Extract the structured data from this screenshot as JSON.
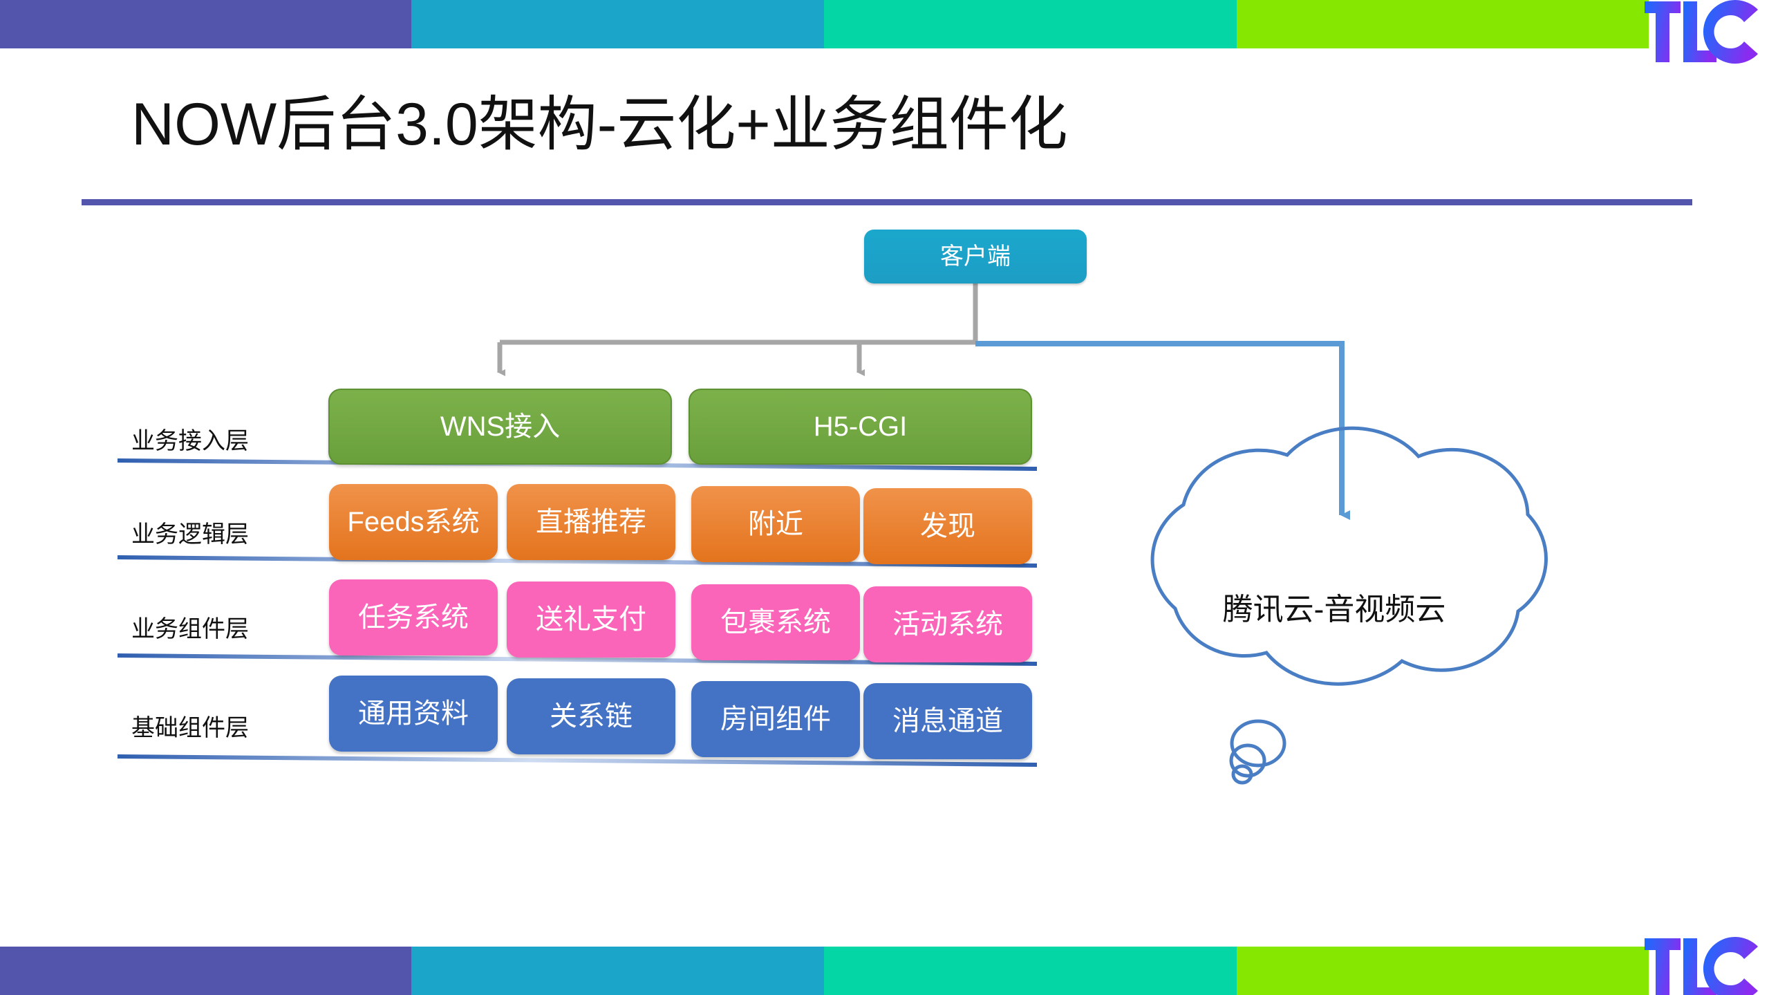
{
  "slide": {
    "title": "NOW后台3.0架构-云化+业务组件化",
    "rule_color": "#5255ab"
  },
  "brand": {
    "logo_text": "TLC",
    "logo_gradient_start": "#1a6bff",
    "logo_gradient_end": "#8b2bf0"
  },
  "bars": {
    "segments": [
      {
        "name": "indigo",
        "color": "#5255ab"
      },
      {
        "name": "teal",
        "color": "#1ba5c8"
      },
      {
        "name": "emerald",
        "color": "#05d6a5"
      },
      {
        "name": "lime",
        "color": "#86e800"
      }
    ]
  },
  "diagram": {
    "client_node": {
      "label": "客户端",
      "color": "#1ba7cd"
    },
    "rows": [
      {
        "label": "业务接入层",
        "color": "#6aa03c",
        "style": "green",
        "nodes": [
          {
            "label": "WNS接入"
          },
          {
            "label": "H5-CGI"
          }
        ]
      },
      {
        "label": "业务逻辑层",
        "color": "#e4741e",
        "style": "orange",
        "nodes": [
          {
            "label": "Feeds系统"
          },
          {
            "label": "直播推荐"
          },
          {
            "label": "附近"
          },
          {
            "label": "发现"
          }
        ]
      },
      {
        "label": "业务组件层",
        "color": "#fa64b9",
        "style": "pink",
        "nodes": [
          {
            "label": "任务系统"
          },
          {
            "label": "送礼支付"
          },
          {
            "label": "包裹系统"
          },
          {
            "label": "活动系统"
          }
        ]
      },
      {
        "label": "基础组件层",
        "color": "#4472c4",
        "style": "blue",
        "nodes": [
          {
            "label": "通用资料"
          },
          {
            "label": "关系链"
          },
          {
            "label": "房间组件"
          },
          {
            "label": "消息通道"
          }
        ]
      }
    ],
    "cloud": {
      "label": "腾讯云-音视频云",
      "outline_color": "#4a7ec4"
    },
    "connectors": {
      "gray_color": "#a6a6a6",
      "blue_color": "#5b9bd5"
    },
    "divider_color": "#4472c4"
  }
}
